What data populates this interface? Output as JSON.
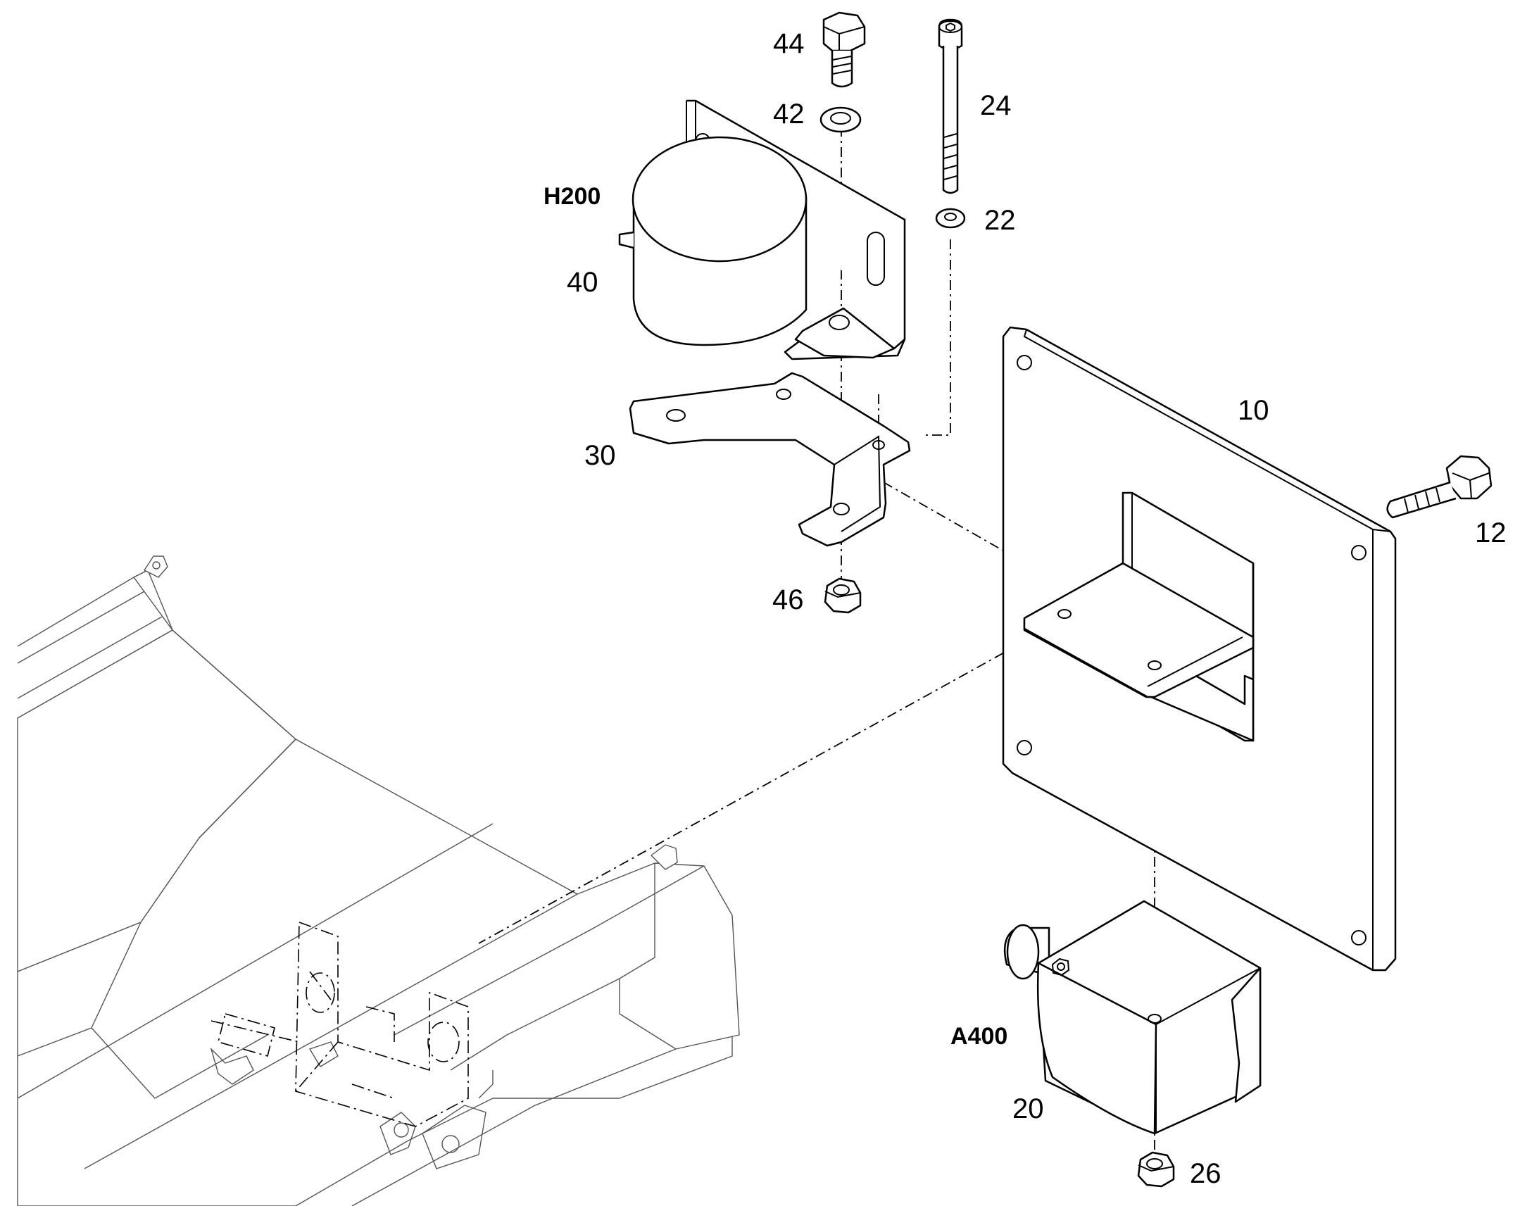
{
  "callouts": {
    "p44": "44",
    "p42": "42",
    "p24": "24",
    "p22": "22",
    "h200": "H200",
    "p40": "40",
    "p10": "10",
    "p30": "30",
    "p12": "12",
    "p46": "46",
    "a400": "A400",
    "p20": "20",
    "p26": "26"
  },
  "icons": {
    "bolt": "hex-bolt-icon",
    "washer": "washer-icon",
    "nut": "hex-nut-icon",
    "screw": "socket-head-screw-icon"
  }
}
